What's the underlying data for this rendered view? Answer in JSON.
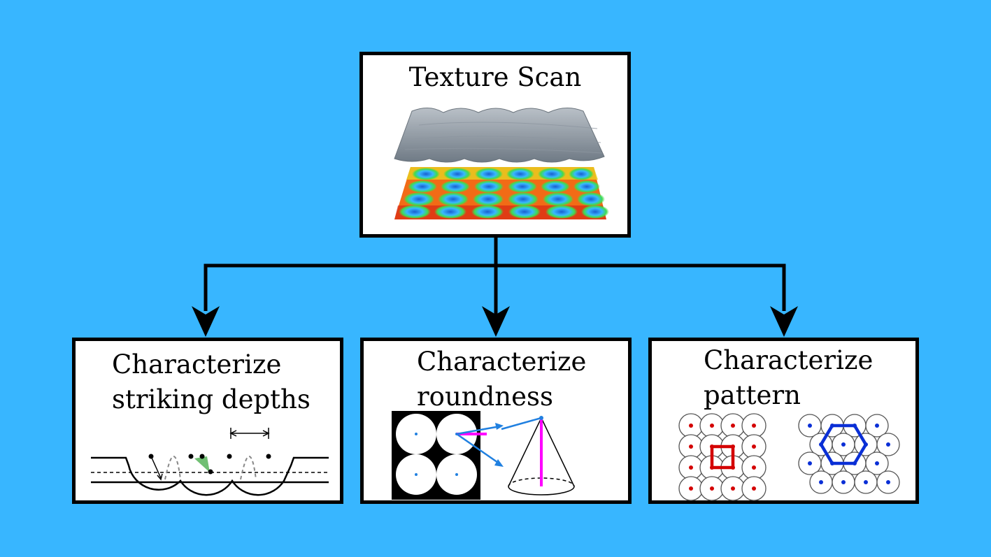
{
  "background_color": "#38b6ff",
  "top": {
    "title": "Texture Scan"
  },
  "boxes": [
    {
      "line1": "Characterize",
      "line2": "striking depths"
    },
    {
      "line1": "Characterize",
      "line2": "roundness"
    },
    {
      "line1": "Characterize",
      "line2": "pattern"
    }
  ],
  "colors": {
    "square_pattern": "#d40000",
    "hex_pattern": "#0a2fd6",
    "roundness_line": "#ff00ff",
    "roundness_arrow": "#2080e0",
    "fit_wedge": "#4caf50"
  }
}
